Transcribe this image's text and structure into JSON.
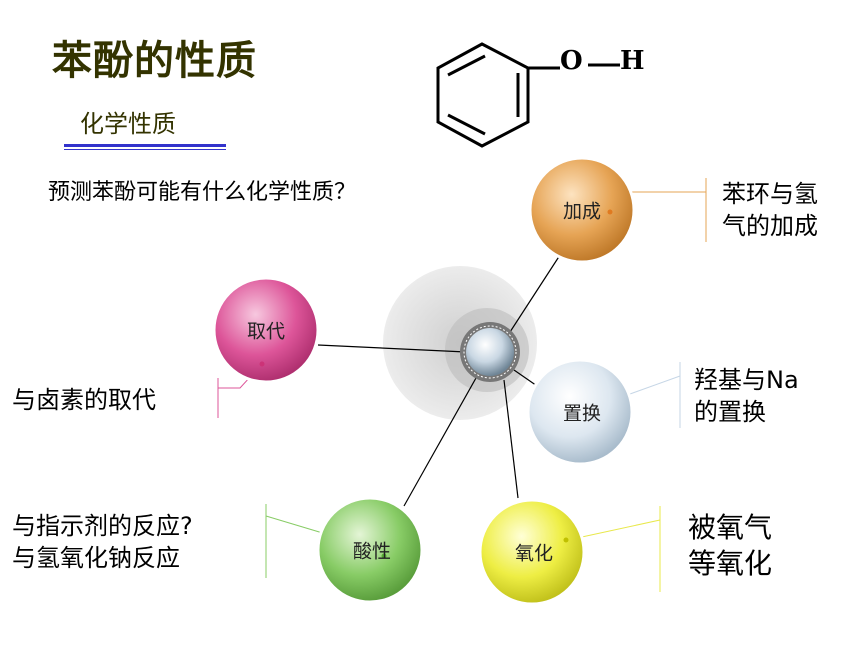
{
  "slide": {
    "title": "苯酚的性质",
    "subtitle": "化学性质",
    "question": "预测苯酚可能有什么化学性质？"
  },
  "structure": {
    "oxygen": "O",
    "hydrogen": "H"
  },
  "nodes": {
    "addition": {
      "label": "加成",
      "note_line1": "苯环与氢",
      "note_line2": "气的加成"
    },
    "substitution": {
      "label": "取代",
      "note_line1": "与卤素的取代"
    },
    "replacement": {
      "label": "置换",
      "note_line1": "羟基与Na",
      "note_line2": "的置换"
    },
    "acidity": {
      "label": "酸性",
      "note_line1": "与指示剂的反应?",
      "note_line2": "与氢氧化钠反应"
    },
    "oxidation": {
      "label": "氧化",
      "note_line1": "被氧气",
      "note_line2": "等氧化"
    }
  },
  "colors": {
    "title": "#333300",
    "underline": "#3333cc",
    "addition": "#e6a455",
    "substitution": "#dd5599",
    "replacement": "#dde7f0",
    "acidity": "#88cc66",
    "oxidation": "#eeee44"
  }
}
